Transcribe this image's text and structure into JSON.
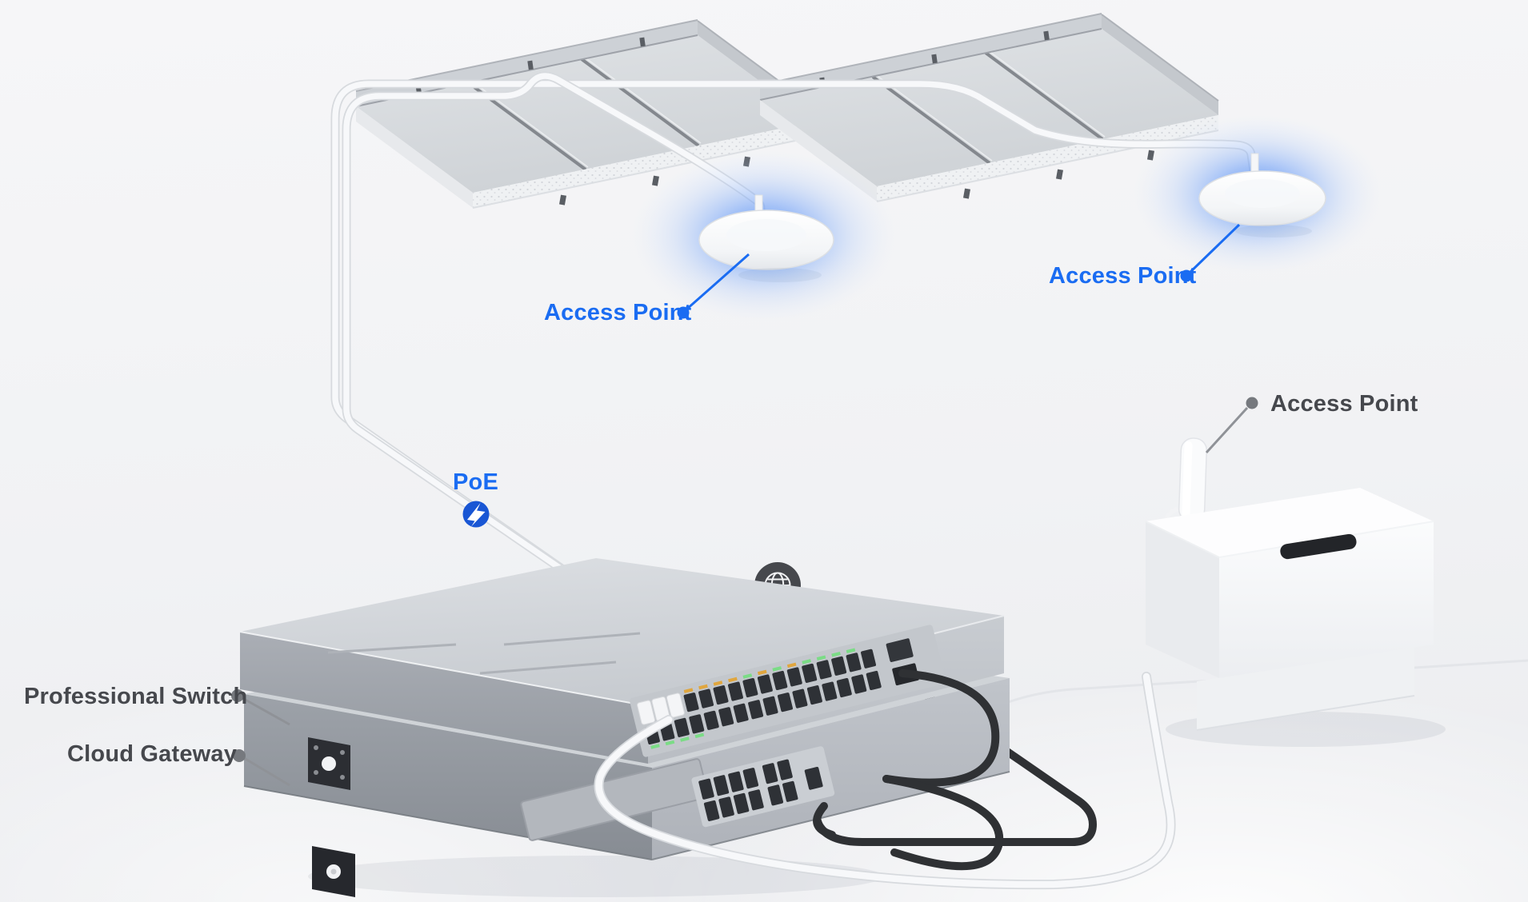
{
  "labels": {
    "access_points": [
      "Access Point",
      "Access Point",
      "Access Point"
    ],
    "poe": "PoE",
    "professional_switch": "Professional Switch",
    "cloud_gateway": "Cloud Gateway"
  },
  "icons": {
    "poe_lightning": "poe-lightning-icon",
    "internet_globe": "internet-globe-icon"
  },
  "colors": {
    "label_blue": "#1a6cf2",
    "poe_badge_blue": "#1956d4",
    "label_gray": "#46484d",
    "glow_blue": "#5a91f5",
    "cable_white": "#f7f8fa",
    "cable_dark": "#2f3134",
    "background": "#f2f3f5"
  }
}
